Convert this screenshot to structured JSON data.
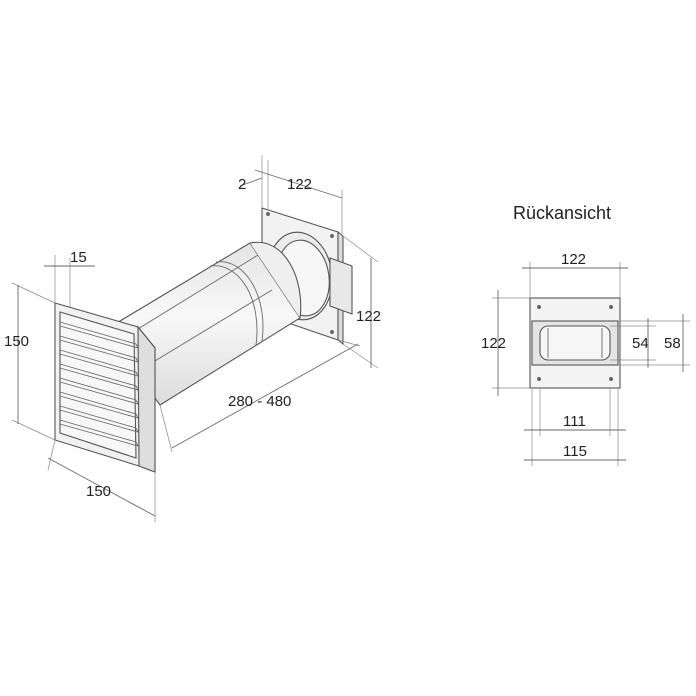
{
  "view_title": "Rückansicht",
  "left_view": {
    "dim_flange_thickness": "2",
    "dim_flange_width": "122",
    "dim_flange_height": "122",
    "dim_grille_depth": "15",
    "dim_grille_height": "150",
    "dim_grille_width": "150",
    "dim_pipe_length": "280 - 480"
  },
  "right_view": {
    "dim_top_width": "122",
    "dim_left_height": "122",
    "dim_inner_height": "54",
    "dim_outer_height": "58",
    "dim_inner_width": "111",
    "dim_outer_width": "115"
  },
  "colors": {
    "line": "#6a6a6a",
    "fill_light": "#f3f3f3",
    "fill_mid": "#e6e6e6",
    "text": "#222222"
  }
}
